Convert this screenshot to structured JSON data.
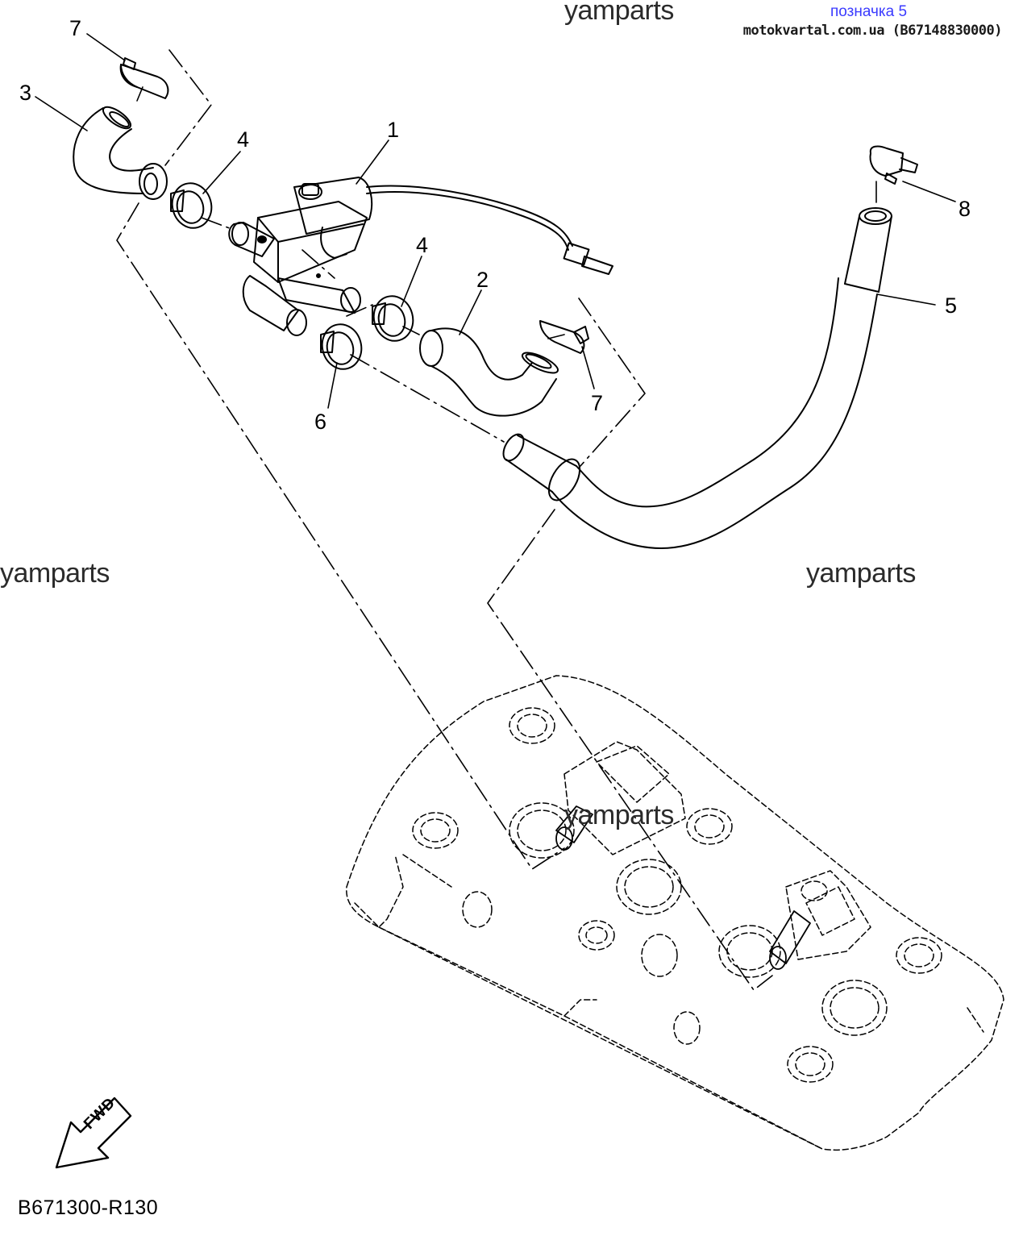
{
  "header": {
    "tag": "позначка 5",
    "site": "motokvartal.com.ua (B67148830000)"
  },
  "watermarks": [
    "yamparts",
    "yamparts",
    "yamparts",
    "yamparts"
  ],
  "callouts": [
    "1",
    "2",
    "3",
    "4",
    "4",
    "5",
    "6",
    "7",
    "7",
    "8"
  ],
  "fwd_label": "FWD",
  "ref_code": "B671300-R130",
  "colors": {
    "line": "#000000",
    "header_tag": "#3b3bff",
    "watermark": "#2b2b2b"
  }
}
